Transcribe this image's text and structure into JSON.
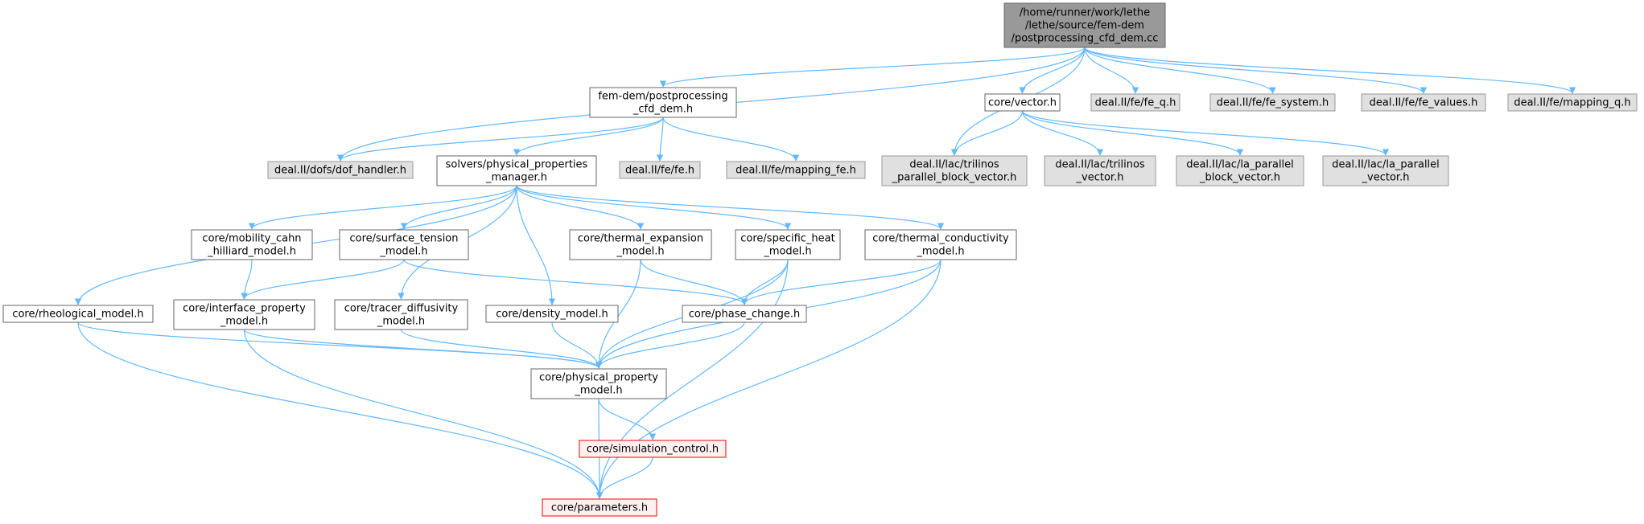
{
  "colors": {
    "edge": "#63b8ff",
    "border_default": "#666666",
    "border_external": "#999999",
    "border_missing": "#ff0000",
    "fill_root": "#999999",
    "fill_default": "#ffffff",
    "fill_external": "#e0e0e0",
    "fill_missing": "#fff0f0"
  },
  "nodes": [
    {
      "id": "root",
      "kind": "root",
      "lines": [
        "/home/runner/work/lethe",
        "/lethe/source/fem-dem",
        "/postprocessing_cfd_dem.cc"
      ]
    },
    {
      "id": "fem_post",
      "kind": "default",
      "lines": [
        "fem-dem/postprocessing",
        "_cfd_dem.h"
      ]
    },
    {
      "id": "core_vector",
      "kind": "default",
      "lines": [
        "core/vector.h"
      ]
    },
    {
      "id": "fe_q",
      "kind": "external",
      "lines": [
        "deal.II/fe/fe_q.h"
      ]
    },
    {
      "id": "fe_system",
      "kind": "external",
      "lines": [
        "deal.II/fe/fe_system.h"
      ]
    },
    {
      "id": "fe_values",
      "kind": "external",
      "lines": [
        "deal.II/fe/fe_values.h"
      ]
    },
    {
      "id": "mapping_q",
      "kind": "external",
      "lines": [
        "deal.II/fe/mapping_q.h"
      ]
    },
    {
      "id": "dof_handler",
      "kind": "external",
      "lines": [
        "deal.II/dofs/dof_handler.h"
      ]
    },
    {
      "id": "solvers_pp",
      "kind": "default",
      "lines": [
        "solvers/physical_properties",
        "_manager.h"
      ]
    },
    {
      "id": "fe_fe",
      "kind": "external",
      "lines": [
        "deal.II/fe/fe.h"
      ]
    },
    {
      "id": "mapping_fe",
      "kind": "external",
      "lines": [
        "deal.II/fe/mapping_fe.h"
      ]
    },
    {
      "id": "tril_pbv",
      "kind": "external",
      "lines": [
        "deal.II/lac/trilinos",
        "_parallel_block_vector.h"
      ]
    },
    {
      "id": "tril_vec",
      "kind": "external",
      "lines": [
        "deal.II/lac/trilinos",
        "_vector.h"
      ]
    },
    {
      "id": "la_pbv",
      "kind": "external",
      "lines": [
        "deal.II/lac/la_parallel",
        "_block_vector.h"
      ]
    },
    {
      "id": "la_pv",
      "kind": "external",
      "lines": [
        "deal.II/lac/la_parallel",
        "_vector.h"
      ]
    },
    {
      "id": "mobility",
      "kind": "default",
      "lines": [
        "core/mobility_cahn",
        "_hilliard_model.h"
      ]
    },
    {
      "id": "surface",
      "kind": "default",
      "lines": [
        "core/surface_tension",
        "_model.h"
      ]
    },
    {
      "id": "thermal_exp",
      "kind": "default",
      "lines": [
        "core/thermal_expansion",
        "_model.h"
      ]
    },
    {
      "id": "specific_heat",
      "kind": "default",
      "lines": [
        "core/specific_heat",
        "_model.h"
      ]
    },
    {
      "id": "thermal_cond",
      "kind": "default",
      "lines": [
        "core/thermal_conductivity",
        "_model.h"
      ]
    },
    {
      "id": "rheological",
      "kind": "default",
      "lines": [
        "core/rheological_model.h"
      ]
    },
    {
      "id": "interface",
      "kind": "default",
      "lines": [
        "core/interface_property",
        "_model.h"
      ]
    },
    {
      "id": "tracer",
      "kind": "default",
      "lines": [
        "core/tracer_diffusivity",
        "_model.h"
      ]
    },
    {
      "id": "density",
      "kind": "default",
      "lines": [
        "core/density_model.h"
      ]
    },
    {
      "id": "phase_change",
      "kind": "default",
      "lines": [
        "core/phase_change.h"
      ]
    },
    {
      "id": "phys_prop",
      "kind": "default",
      "lines": [
        "core/physical_property",
        "_model.h"
      ]
    },
    {
      "id": "sim_control",
      "kind": "missing",
      "lines": [
        "core/simulation_control.h"
      ]
    },
    {
      "id": "parameters",
      "kind": "missing",
      "lines": [
        "core/parameters.h"
      ]
    }
  ],
  "edges": [
    [
      "root",
      "fem_post"
    ],
    [
      "root",
      "core_vector"
    ],
    [
      "root",
      "fe_q"
    ],
    [
      "root",
      "fe_system"
    ],
    [
      "root",
      "fe_values"
    ],
    [
      "root",
      "mapping_q"
    ],
    [
      "root",
      "dof_handler"
    ],
    [
      "root",
      "tril_pbv"
    ],
    [
      "fem_post",
      "dof_handler"
    ],
    [
      "fem_post",
      "solvers_pp"
    ],
    [
      "fem_post",
      "fe_fe"
    ],
    [
      "fem_post",
      "mapping_fe"
    ],
    [
      "core_vector",
      "tril_pbv"
    ],
    [
      "core_vector",
      "tril_vec"
    ],
    [
      "core_vector",
      "la_pbv"
    ],
    [
      "core_vector",
      "la_pv"
    ],
    [
      "solvers_pp",
      "mobility"
    ],
    [
      "solvers_pp",
      "surface"
    ],
    [
      "solvers_pp",
      "thermal_exp"
    ],
    [
      "solvers_pp",
      "specific_heat"
    ],
    [
      "solvers_pp",
      "thermal_cond"
    ],
    [
      "solvers_pp",
      "rheological"
    ],
    [
      "solvers_pp",
      "tracer"
    ],
    [
      "solvers_pp",
      "density"
    ],
    [
      "mobility",
      "interface"
    ],
    [
      "surface",
      "interface"
    ],
    [
      "surface",
      "phase_change"
    ],
    [
      "thermal_exp",
      "phase_change"
    ],
    [
      "thermal_exp",
      "phys_prop"
    ],
    [
      "specific_heat",
      "phase_change"
    ],
    [
      "specific_heat",
      "phys_prop"
    ],
    [
      "specific_heat",
      "parameters"
    ],
    [
      "thermal_cond",
      "phase_change"
    ],
    [
      "thermal_cond",
      "phys_prop"
    ],
    [
      "thermal_cond",
      "parameters"
    ],
    [
      "rheological",
      "phys_prop"
    ],
    [
      "rheological",
      "parameters"
    ],
    [
      "interface",
      "phys_prop"
    ],
    [
      "interface",
      "parameters"
    ],
    [
      "tracer",
      "phys_prop"
    ],
    [
      "density",
      "phys_prop"
    ],
    [
      "phase_change",
      "phys_prop"
    ],
    [
      "phys_prop",
      "sim_control"
    ],
    [
      "phys_prop",
      "parameters"
    ],
    [
      "sim_control",
      "parameters"
    ]
  ]
}
